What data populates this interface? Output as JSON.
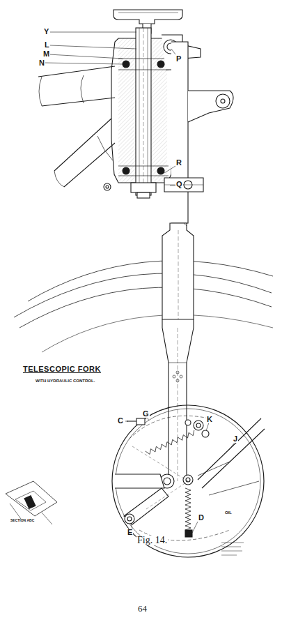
{
  "diagram": {
    "title": "TELESCOPIC FORK",
    "caption": "Fig. 14.",
    "labels": [
      "Y",
      "L",
      "M",
      "N",
      "P",
      "R",
      "Q",
      "WITH HYDRAULIC CONTROL.",
      "C",
      "G",
      "K",
      "J",
      "E",
      "D",
      "OIL",
      "SECTION ABC",
      "64"
    ]
  }
}
